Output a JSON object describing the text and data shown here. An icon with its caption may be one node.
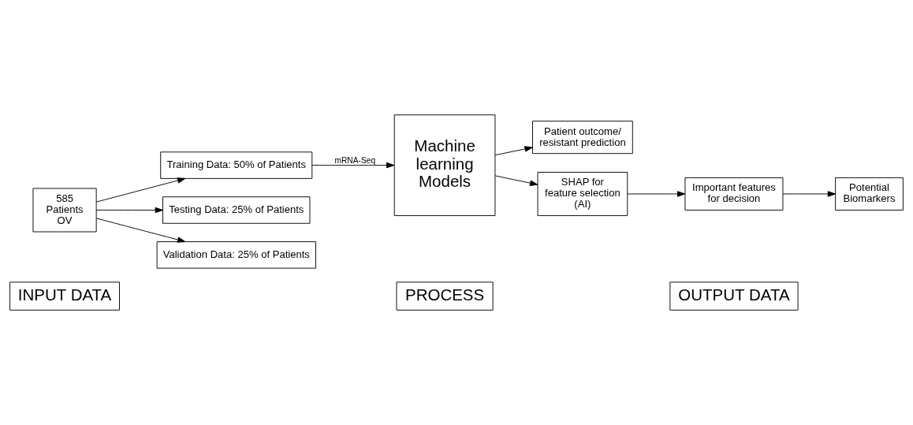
{
  "diagram": {
    "nodes": [
      {
        "text": [
          "INPUT DATA"
        ]
      },
      {
        "text": [
          "PROCESS"
        ]
      },
      {
        "text": [
          "OUTPUT DATA"
        ]
      },
      {
        "text": [
          "585 Patients OV"
        ]
      },
      {
        "text": [
          "Training Data: 50% of Patients"
        ]
      },
      {
        "text": [
          "Testing Data: 25% of Patients"
        ]
      },
      {
        "text": [
          "Validation Data: 25% of Patients"
        ]
      },
      {
        "text": [
          "Machine learning Models"
        ]
      },
      {
        "text": [
          "Patient outcome/ resistant prediction"
        ]
      },
      {
        "text": [
          "SHAP for feature selection (AI)"
        ]
      },
      {
        "text": [
          "Important features for decision"
        ]
      },
      {
        "text": [
          "Potential Biomarkers"
        ]
      }
    ],
    "edges": [
      {
        "from": 3,
        "to": 4,
        "arrow": "to"
      },
      {
        "from": 3,
        "to": 5,
        "arrow": "to"
      },
      {
        "from": 3,
        "to": 6,
        "arrow": "to"
      },
      {
        "from": 4,
        "to": 7,
        "arrow": "to",
        "label": "mRNA-Seq"
      },
      {
        "from": 7,
        "to": 8,
        "arrow": "to"
      },
      {
        "from": 7,
        "to": 9,
        "arrow": "to"
      },
      {
        "from": 9,
        "to": 10,
        "arrow": "to"
      },
      {
        "from": 10,
        "to": 11,
        "arrow": "to"
      }
    ]
  }
}
